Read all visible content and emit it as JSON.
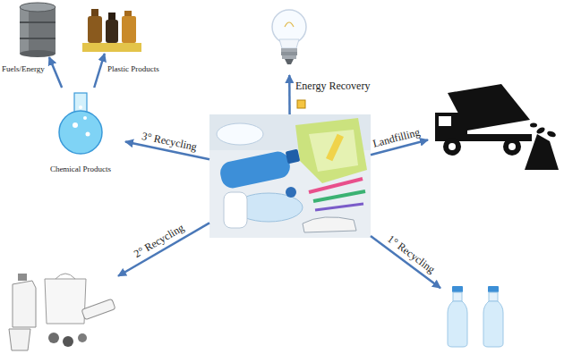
{
  "diagram": {
    "nodes": [
      {
        "text": []
      },
      {
        "text": []
      },
      {
        "text": []
      },
      {
        "text": []
      },
      {
        "text": []
      },
      {
        "text": [
          "Chemical Products"
        ]
      },
      {
        "text": []
      },
      {
        "text": []
      }
    ],
    "edges": [
      {
        "from": 0,
        "to": 1,
        "arrow": "to",
        "label": "Energy Recovery"
      },
      {
        "from": 0,
        "to": 2,
        "arrow": "to",
        "label": "Landfilling"
      },
      {
        "from": 0,
        "to": 3,
        "arrow": "to",
        "label": "1° Recycling"
      },
      {
        "from": 0,
        "to": 4,
        "arrow": "to",
        "label": "2° Recycling"
      },
      {
        "from": 0,
        "to": 5,
        "arrow": "to",
        "label": "3° Recycling"
      },
      {
        "from": 5,
        "to": 6,
        "arrow": "to",
        "label": "Fuels/Energy"
      },
      {
        "from": 5,
        "to": 7,
        "arrow": "to",
        "label": "Plastic Products"
      }
    ]
  }
}
